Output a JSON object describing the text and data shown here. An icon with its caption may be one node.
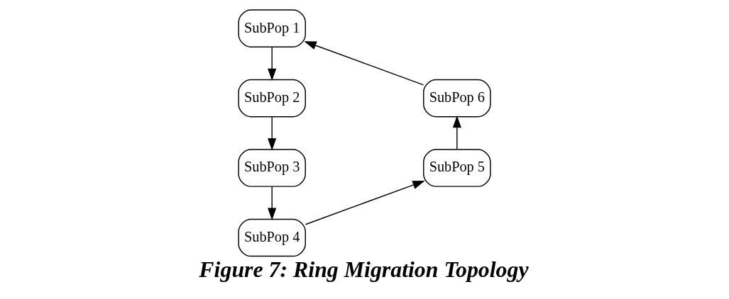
{
  "diagram": {
    "caption": "Figure 7: Ring Migration Topology",
    "nodes": [
      {
        "text": [
          "SubPop 1"
        ]
      },
      {
        "text": [
          "SubPop 2"
        ]
      },
      {
        "text": [
          "SubPop 3"
        ]
      },
      {
        "text": [
          "SubPop 4"
        ]
      },
      {
        "text": [
          "SubPop 5"
        ]
      },
      {
        "text": [
          "SubPop 6"
        ]
      }
    ],
    "edges": [
      {
        "from": 0,
        "to": 1,
        "arrow": "to"
      },
      {
        "from": 1,
        "to": 2,
        "arrow": "to"
      },
      {
        "from": 2,
        "to": 3,
        "arrow": "to"
      },
      {
        "from": 3,
        "to": 4,
        "arrow": "to"
      },
      {
        "from": 4,
        "to": 5,
        "arrow": "to"
      },
      {
        "from": 5,
        "to": 0,
        "arrow": "to"
      }
    ]
  }
}
